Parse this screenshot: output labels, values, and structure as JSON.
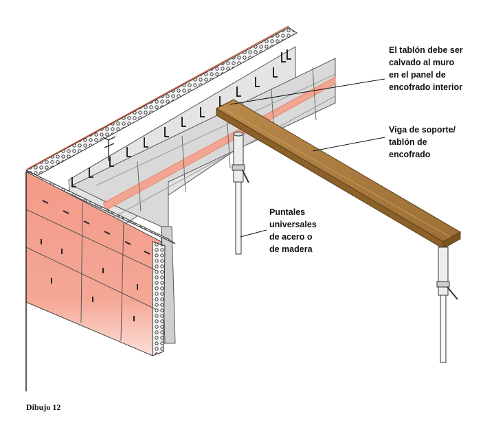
{
  "annotations": {
    "plank_note": [
      "El tablón debe ser",
      "calvado al muro",
      "en el panel de",
      "encofrado interior"
    ],
    "beam_note": [
      "Viga de soporte/",
      "tablón de",
      "encofrado"
    ],
    "props_note": [
      "Puntales",
      "universales",
      "de acero o",
      "de madera"
    ]
  },
  "caption": "Dibujo 12",
  "colors": {
    "exterior_panel": "#f3a08f",
    "interior_panel": "#d6d6d6",
    "rebar_band": "#f2a590",
    "beam": "#a87a3d",
    "prop": "#e6e6e6"
  }
}
